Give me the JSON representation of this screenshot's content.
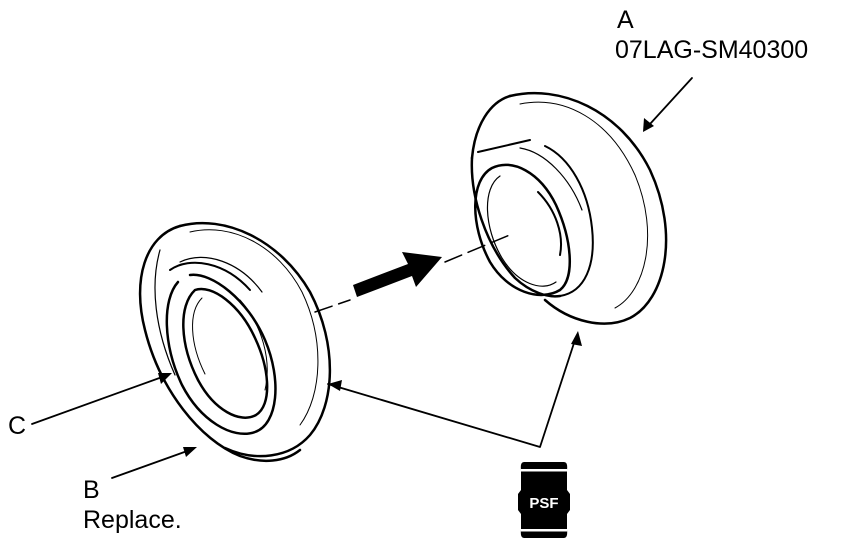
{
  "labels": {
    "a": {
      "letter": "A",
      "part_number": "07LAG-SM40300"
    },
    "b": {
      "letter": "B",
      "note": "Replace."
    },
    "c": {
      "letter": "C"
    }
  },
  "psf_badge": {
    "text": "PSF",
    "icon": "fluid-can-icon"
  },
  "colors": {
    "line": "#000000",
    "background": "#ffffff",
    "badge_text": "#ffffff"
  }
}
